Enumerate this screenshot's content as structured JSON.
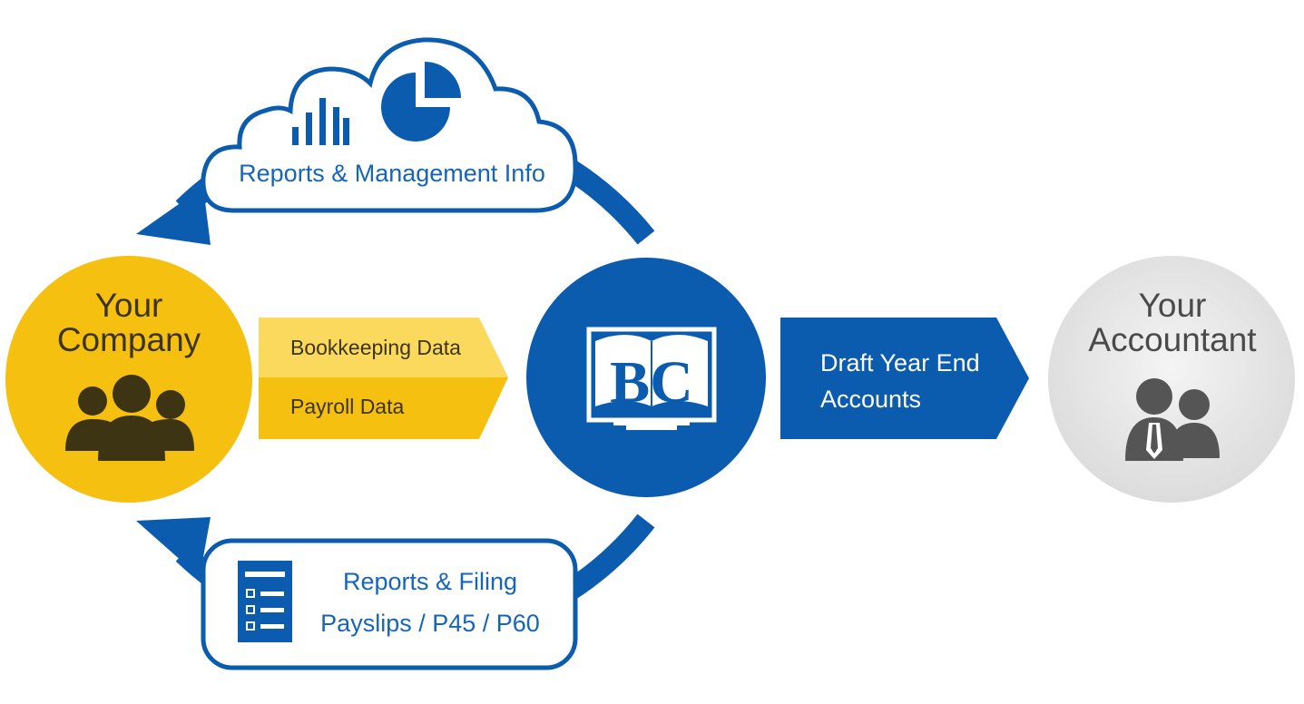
{
  "company": {
    "title_line1": "Your",
    "title_line2": "Company",
    "icon": "people-group-icon"
  },
  "inputs": {
    "item1": "Bookkeeping Data",
    "item2": "Payroll Data"
  },
  "center": {
    "logo_text": "BC",
    "icon": "monitor-book-icon"
  },
  "output": {
    "line1": "Draft Year End",
    "line2": "Accounts"
  },
  "accountant": {
    "title_line1": "Your",
    "title_line2": "Accountant",
    "icon": "business-people-icon"
  },
  "cloud": {
    "label": "Reports & Management Info",
    "icons": [
      "bar-chart-icon",
      "pie-chart-icon"
    ]
  },
  "filing": {
    "line1": "Reports & Filing",
    "line2": "Payslips / P45 / P60",
    "icon": "checklist-icon"
  },
  "colors": {
    "blue": "#0b5caf",
    "yellow": "#f5c010",
    "light_yellow": "#fbd95c",
    "grey_circle": "#e6e6e6",
    "dark_icon": "#3d3414",
    "grey_icon": "#555555"
  }
}
